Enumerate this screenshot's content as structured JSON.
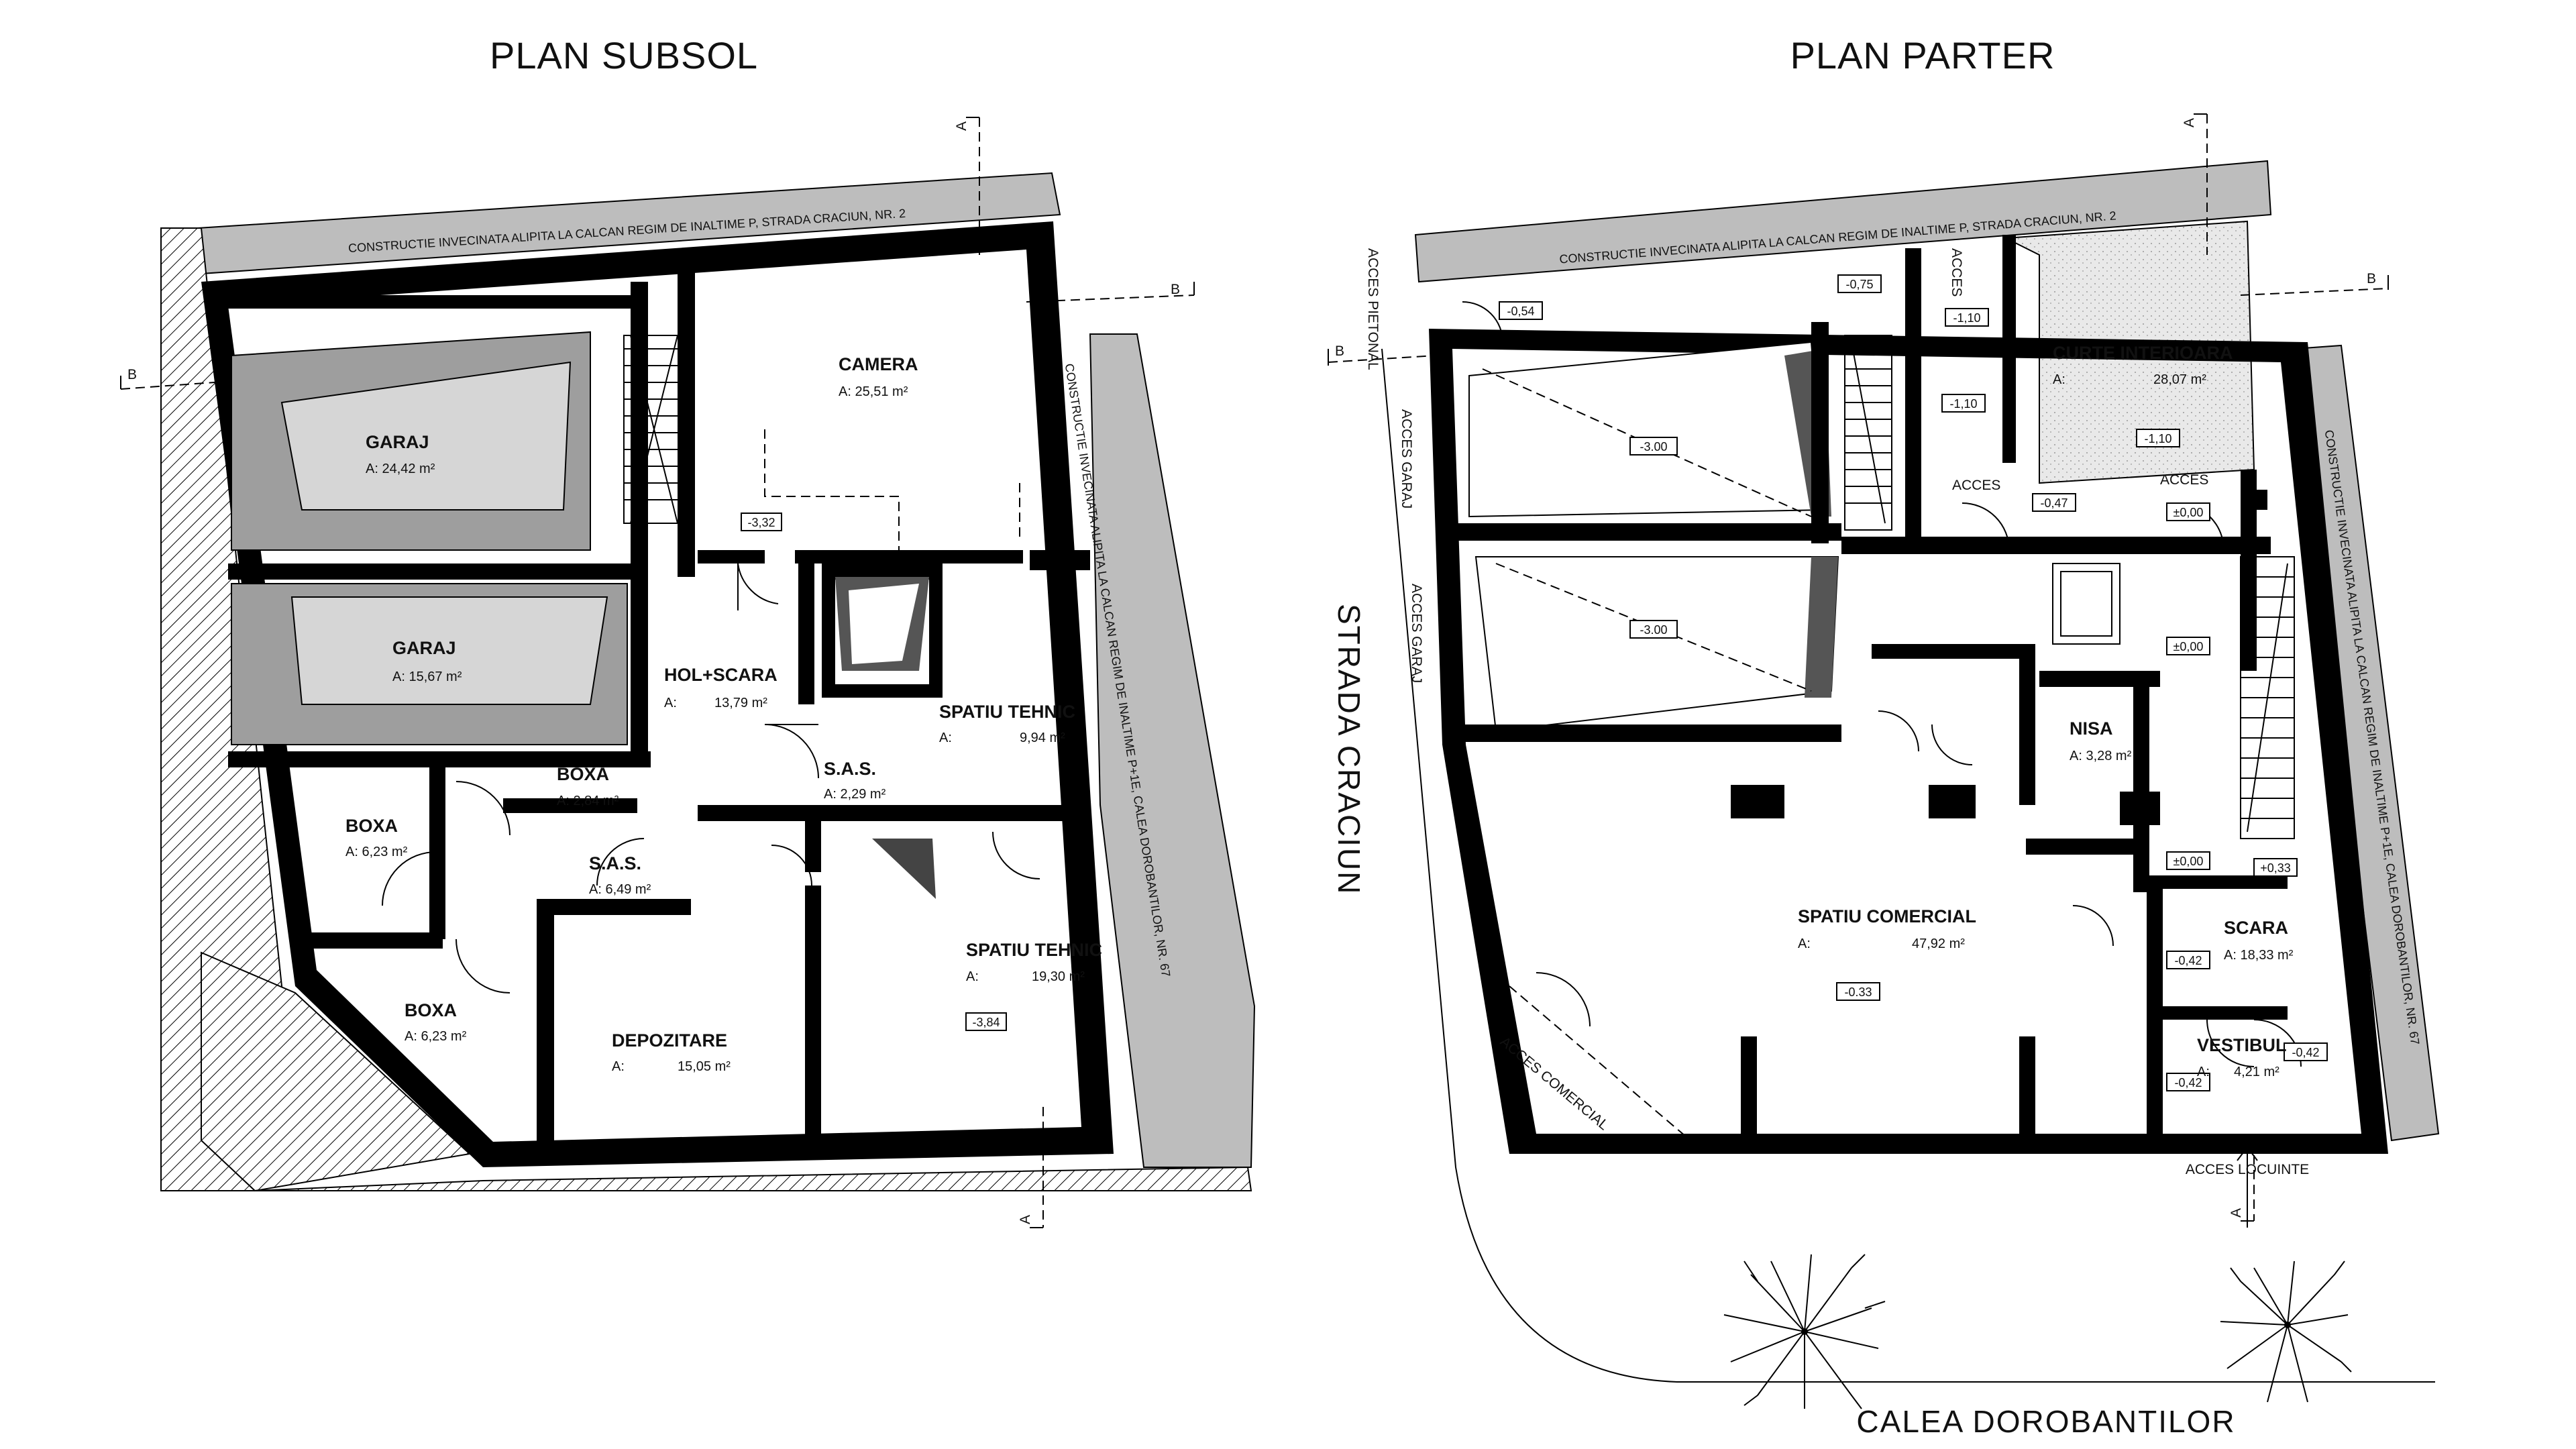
{
  "titles": {
    "subsol": "PLAN SUBSOL",
    "parter": "PLAN PARTER"
  },
  "neighbors": {
    "north": "CONSTRUCTIE INVECINATA ALIPITA LA CALCAN REGIM DE INALTIME P, STRADA CRACIUN, NR. 2",
    "east": "CONSTRUCTIE INVECINATA ALIPITA LA CALCAN REGIM DE INALTIME P+1E, CALEA DOROBANTILOR, NR. 67"
  },
  "streets": {
    "craciun": "STRADA CRACIUN",
    "dorobantilor": "CALEA DOROBANTILOR"
  },
  "section_marks": {
    "a": "A",
    "b": "B"
  },
  "subsol_rooms": [
    {
      "name": "GARAJ",
      "area": "A: 24,42 m²"
    },
    {
      "name": "GARAJ",
      "area": "A: 15,67 m²"
    },
    {
      "name": "CAMERA",
      "area": "A: 25,51 m²"
    },
    {
      "name": "HOL+SCARA",
      "area_label": "A:",
      "area": "13,79 m²"
    },
    {
      "name": "SPATIU TEHNIC",
      "area_label": "A:",
      "area": "9,94 m²"
    },
    {
      "name": "S.A.S.",
      "area": "A: 2,29 m²"
    },
    {
      "name": "BOXA",
      "area": "A: 2,84 m²"
    },
    {
      "name": "BOXA",
      "area": "A: 6,23 m²"
    },
    {
      "name": "S.A.S.",
      "area": "A: 6,49 m²"
    },
    {
      "name": "BOXA",
      "area": "A: 6,23 m²"
    },
    {
      "name": "DEPOZITARE",
      "area_label": "A:",
      "area": "15,05 m²"
    },
    {
      "name": "SPATIU TEHNIC",
      "area_label": "A:",
      "area": "19,30 m²"
    }
  ],
  "subsol_levels": [
    "-3,32",
    "-3,84"
  ],
  "parter_rooms": {
    "curte": {
      "name": "CURTE INTERIOARA",
      "area_label": "A:",
      "area": "28,07 m²"
    },
    "nisa": {
      "name": "NISA",
      "area": "A: 3,28 m²"
    },
    "comercial": {
      "name": "SPATIU COMERCIAL",
      "area_label": "A:",
      "area": "47,92 m²"
    },
    "scara": {
      "name": "SCARA",
      "area": "A: 18,33 m²"
    },
    "vestibul": {
      "name": "VESTIBUL",
      "area_label": "A:",
      "area": "4,21 m²"
    }
  },
  "parter_levels": {
    "l054": "-0,54",
    "l075": "-0,75",
    "l110a": "-1,10",
    "l110b": "-1,10",
    "l110c": "-1,10",
    "l300a": "-3.00",
    "l300b": "-3.00",
    "l047": "-0,47",
    "l000a": "±0,00",
    "l000b": "±0,00",
    "l000c": "±0,00",
    "l033p": "+0,33",
    "l033": "-0.33",
    "l042a": "-0,42",
    "l042b": "-0,42",
    "l042c": "-0,42"
  },
  "parter_access": {
    "pietonal": "ACCES PIETONAL",
    "garaj1": "ACCES GARAJ",
    "garaj2": "ACCES GARAJ",
    "acces1": "ACCES",
    "acces2": "ACCES",
    "acces3": "ACCES",
    "comercial": "ACCES COMERCIAL",
    "locuinte": "ACCES LOCUINTE"
  },
  "colors": {
    "wall": "#000000",
    "neighbor": "#bdbdbd",
    "garage_ramp": "#9e9e9e",
    "garage_floor": "#d6d6d6",
    "courtyard": "#e6e6e6"
  }
}
